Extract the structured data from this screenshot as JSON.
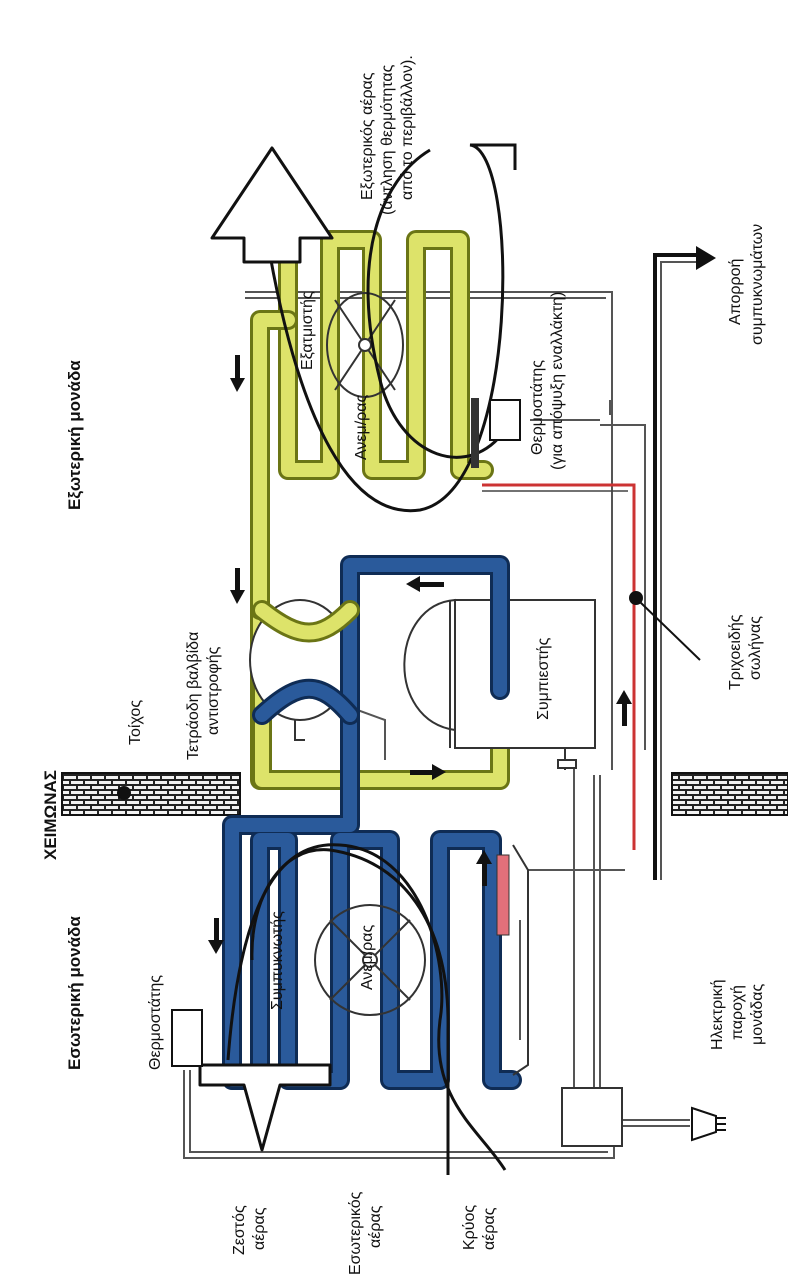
{
  "season": "ΧΕΙΜΩΝΑΣ",
  "outdoor_unit": "Εξωτερική μονάδα",
  "indoor_unit": "Εσωτερική μονάδα",
  "wall": "Τοίχος",
  "evaporator": "Εξατμιστής",
  "outdoor_fan": "Ανεμ/ρας",
  "indoor_fan": "Ανεμ/ρας",
  "condenser": "Συμπυκνωτής",
  "compressor": "Συμπιεστής",
  "reversing_valve": [
    "Τετράοδη βαλβίδα",
    "αντιστροφής"
  ],
  "outdoor_air": [
    "Εξωτερικός αέρας",
    "(άντληση θερμότητας",
    "από το περιβάλλον)."
  ],
  "condensate_drain": [
    "Απορροή",
    "συμπυκνωμάτων"
  ],
  "defrost_thermostat": [
    "Θερμοστάτης",
    "(για απόψυξη εναλλάκτη)"
  ],
  "capillary": [
    "Τριχοειδής",
    "σωλήνας"
  ],
  "power_supply": [
    "Ηλεκτρική",
    "παροχή",
    "μονάδας"
  ],
  "room_thermostat": "Θερμοστάτης",
  "hot_air": [
    "Ζεστός",
    "αέρας"
  ],
  "indoor_air": [
    "Εσωτερικός",
    "αέρας"
  ],
  "cold_air": [
    "Κρύος",
    "αέρας"
  ],
  "colors": {
    "hot_pipe": "#1f4f8f",
    "hot_pipe_dark": "#0f2c55",
    "cold_pipe": "#d8df5a",
    "cold_pipe_dark": "#8f9a1c",
    "wall": "#1a1a1a",
    "heater": "#e2707a"
  }
}
